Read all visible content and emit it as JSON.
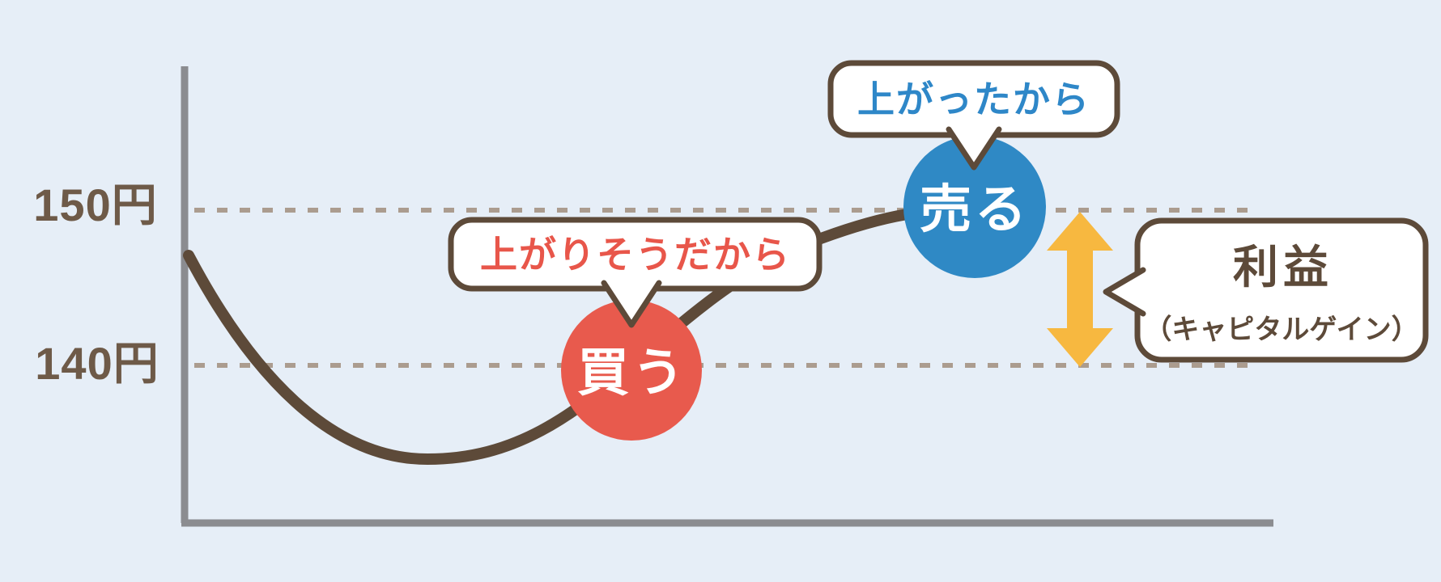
{
  "diagram": {
    "axis": {
      "labels": [
        {
          "text": "150円",
          "value": 150,
          "unit": "円"
        },
        {
          "text": "140円",
          "value": 140,
          "unit": "円"
        }
      ]
    },
    "buy": {
      "reason": "上がりそうだから",
      "action": "買う"
    },
    "sell": {
      "reason": "上がったから",
      "action": "売る"
    },
    "profit": {
      "title": "利益",
      "subtitle": "（キャピタルゲイン）"
    }
  },
  "chart_data": {
    "type": "line",
    "title": "",
    "xlabel": "",
    "ylabel": "円",
    "y_ticks": [
      "150円",
      "140円"
    ],
    "y_levels": [
      150,
      140
    ],
    "series": [
      {
        "name": "price-curve",
        "description": "price dips below 140, bottoms out, rises through buy point (~140) up to sell point (~150)",
        "approx_points": [
          [
            0,
            147
          ],
          [
            1,
            143
          ],
          [
            2,
            138
          ],
          [
            3,
            136.5
          ],
          [
            4,
            138
          ],
          [
            5,
            140
          ],
          [
            6,
            144
          ],
          [
            7,
            148
          ],
          [
            8,
            150
          ]
        ]
      }
    ],
    "annotations": [
      {
        "label": "買う",
        "reason": "上がりそうだから",
        "level": 140
      },
      {
        "label": "売る",
        "reason": "上がったから",
        "level": 150
      },
      {
        "label": "利益（キャピタルゲイン）",
        "span": [
          140,
          150
        ]
      }
    ],
    "grid": "dotted horizontal reference lines at 150 and 140",
    "legend": "none"
  },
  "colors": {
    "background": "#e6eef7",
    "axis_gray": "#8b8c90",
    "curve_brown": "#5d4a39",
    "dotted_line": "#ab9c8f",
    "buy_circle_red": "#e85a4d",
    "sell_circle_blue": "#2f89c5",
    "arrow_yellow": "#f7b840",
    "bubble_bg": "#ffffff",
    "bubble_border": "#5d4a39",
    "label_brown": "#6e5a48",
    "buy_text_red": "#e8564a",
    "sell_text_blue": "#2e87c8"
  }
}
